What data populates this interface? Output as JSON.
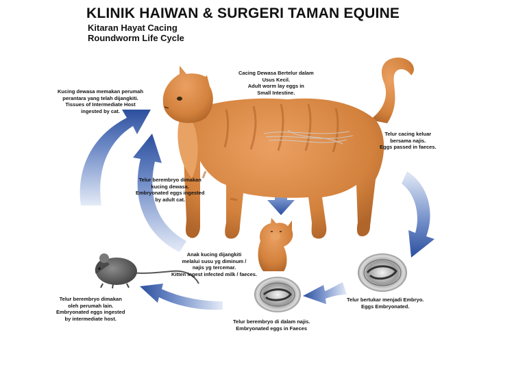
{
  "header": {
    "title": "KLINIK HAIWAN & SURGERI TAMAN EQUINE",
    "subtitle_ms": "Kitaran Hayat Cacing",
    "subtitle_en": "Roundworm Life Cycle"
  },
  "stages": {
    "adult_worm": [
      "Cacing Dewasa Bertelur dalam",
      "Usus Kecil.",
      "Adult worm lay eggs in",
      "Small Intestine."
    ],
    "eggs_passed": [
      "Telur cacing keluar",
      "bersama najis.",
      "Eggs passed in faeces."
    ],
    "embryonated": [
      "Telur bertukar menjadi Embryo.",
      "Eggs Embryonated."
    ],
    "eggs_in_faeces": [
      "Telur berembryo di dalam najis.",
      "Embryonated eggs in Faeces"
    ],
    "intermediate_host": [
      "Telur berembryo dimakan",
      "oleh perumah lain.",
      "Embryonated eggs ingested",
      "by intermediate host."
    ],
    "cat_eats_host": [
      "Kucing dewasa memakan perumah",
      "perantara yang telah dijangkiti.",
      "Tissues of Intermediate Host",
      "ingested by cat."
    ],
    "adult_cat_ingests": [
      "Telur berembryo dimakan",
      "kucing dewasa.",
      "Embryonated eggs ingested",
      "by adult cat."
    ],
    "kitten": [
      "Anak kucing dijangkiti",
      "melalui susu yg diminum /",
      "najis yg tercemar.",
      "Kitten ingest infected milk / faeces."
    ]
  },
  "colors": {
    "arrow_dark": "#2c4f9e",
    "arrow_light": "#c9d6ee",
    "cat_fur": "#d98a45",
    "egg_shell": "#8a8a8a"
  }
}
